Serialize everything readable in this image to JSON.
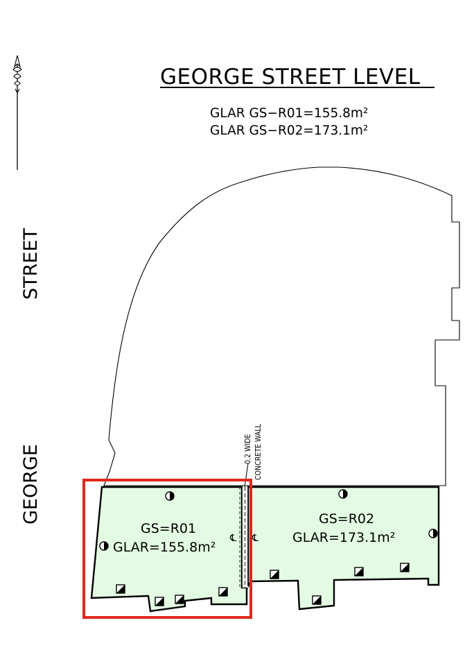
{
  "title": "GEORGE STREET LEVEL",
  "glar_summary": [
    "GLAR GS−R01=155.8m²",
    "GLAR GS−R02=173.1m²"
  ],
  "street_label": {
    "top": "STREET",
    "bottom": "GEORGE"
  },
  "units": [
    {
      "id": "GS=R01",
      "glar": "GLAR=155.8m²",
      "highlighted": true
    },
    {
      "id": "GS=R02",
      "glar": "GLAR=173.1m²",
      "highlighted": false
    }
  ],
  "wall_note": {
    "line1": "0.2 WIDE",
    "line2": "CONCRETE WALL"
  },
  "centerline_symbol": "℄",
  "colors": {
    "unit_fill": "#e2fbe2",
    "highlight_box": "#e0281e",
    "linework": "#000000"
  },
  "icons": [
    "north-arrow-icon",
    "half-circle-marker-icon",
    "half-square-marker-icon"
  ]
}
